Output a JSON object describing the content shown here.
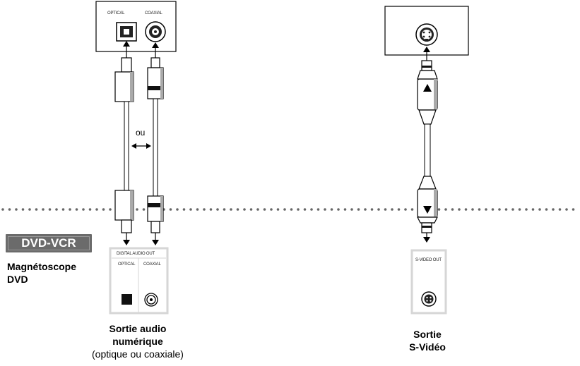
{
  "tv": {
    "optical_label": "OPTICAL",
    "coaxial_label": "COAXIAL"
  },
  "cable_choice_label": "ou",
  "device": {
    "badge": "DVD-VCR",
    "name_line1": "Magnétoscope",
    "name_line2": "DVD"
  },
  "audio_panel": {
    "title": "DIGITAL AUDIO OUT",
    "optical_label": "OPTICAL",
    "coaxial_label": "COAXIAL"
  },
  "svideo_panel": {
    "title": "S-VIDEO OUT"
  },
  "captions": {
    "audio_line1": "Sortie audio",
    "audio_line2": "numérique",
    "audio_line3": "(optique ou coaxiale)",
    "svideo_line1": "Sortie",
    "svideo_line2": "S-Vidéo"
  }
}
